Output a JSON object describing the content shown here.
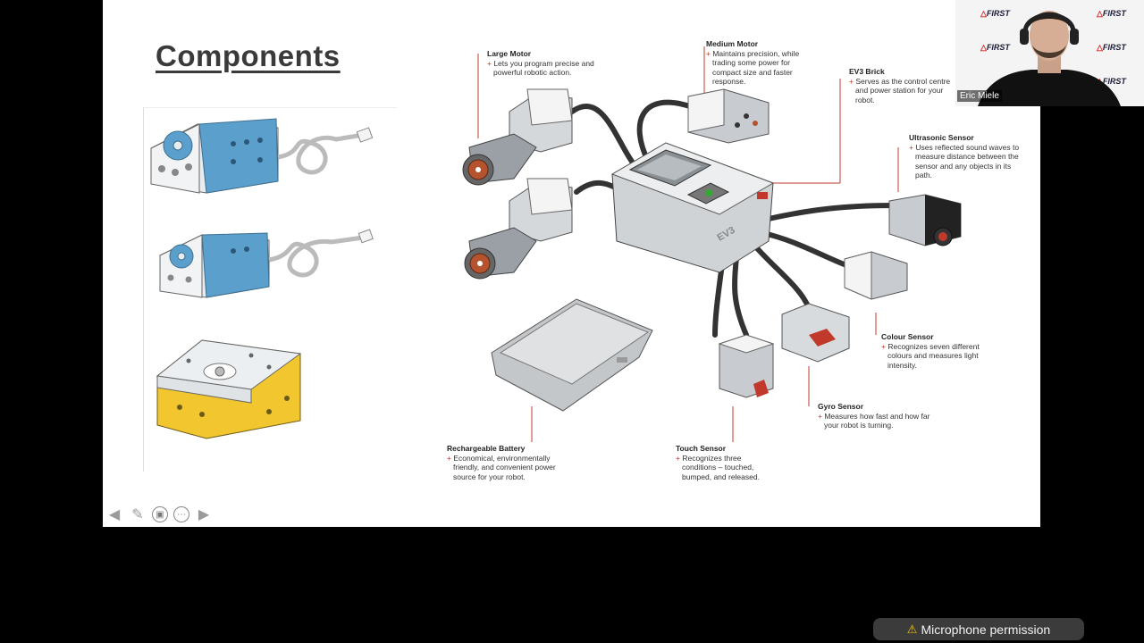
{
  "slide": {
    "title": "Components",
    "components": [
      {
        "name": "Large Motor",
        "desc": "Lets you program precise and powerful robotic action."
      },
      {
        "name": "Medium Motor",
        "desc": "Maintains precision, while trading some power for compact size and faster response."
      },
      {
        "name": "EV3 Brick",
        "desc": "Serves as the control centre and power station for your robot."
      },
      {
        "name": "Ultrasonic Sensor",
        "desc": "Uses reflected sound waves to measure distance between the sensor and any objects in its path."
      },
      {
        "name": "Colour Sensor",
        "desc": "Recognizes seven different colours and measures light intensity."
      },
      {
        "name": "Gyro Sensor",
        "desc": "Measures how fast and how far your robot is turning."
      },
      {
        "name": "Touch Sensor",
        "desc": "Recognizes three conditions – touched, bumped, and released."
      },
      {
        "name": "Rechargeable Battery",
        "desc": "Economical, environmentally friendly, and convenient power source for your robot."
      }
    ],
    "brick_label": "EV3"
  },
  "webcam": {
    "participant_name": "Eric Miele",
    "logo_text": "FIRST"
  },
  "nav_icons": [
    "arrow-left-icon",
    "pen-icon",
    "slide-view-icon",
    "more-icon",
    "arrow-right-icon"
  ],
  "notification": {
    "text": "Microphone permission",
    "icon": "warning-icon"
  },
  "colors": {
    "accent_red": "#c0392b",
    "motor_blue": "#5b9fcc",
    "hub_yellow": "#f2c62f"
  }
}
